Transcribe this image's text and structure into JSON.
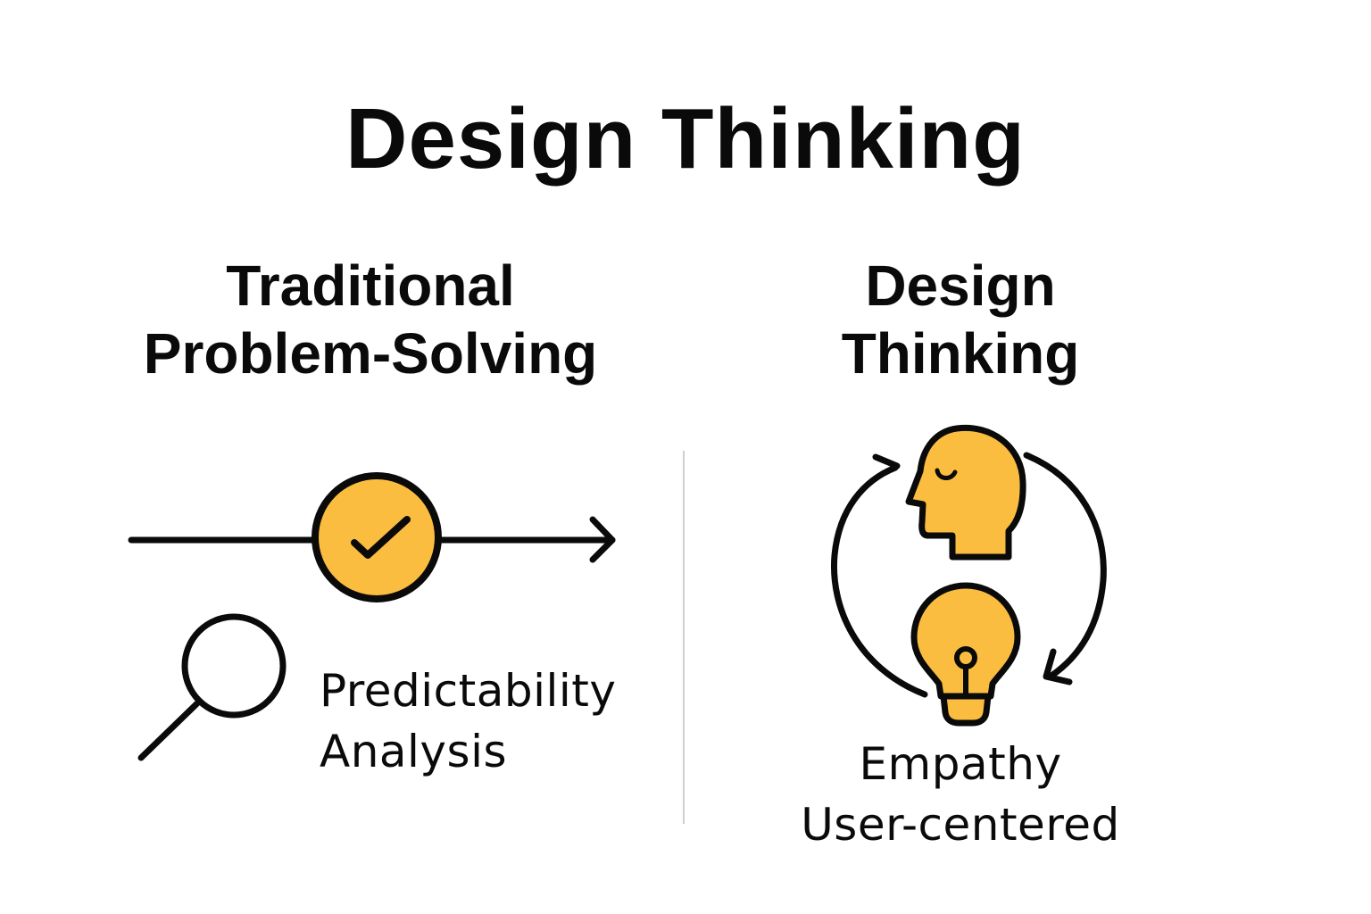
{
  "title": "Design Thinking",
  "colors": {
    "accent": "#FBBD40",
    "stroke": "#0a0a0a",
    "divider": "#cfcfcf",
    "background": "#ffffff"
  },
  "left": {
    "heading_line1": "Traditional",
    "heading_line2": "Problem-Solving",
    "icons": [
      "linear-arrow-icon",
      "checkmark-circle-icon",
      "magnifying-glass-icon"
    ],
    "labels": [
      "Predictability",
      "Analysis"
    ]
  },
  "right": {
    "heading_line1": "Design",
    "heading_line2": "Thinking",
    "icons": [
      "cycle-arrows-icon",
      "head-profile-icon",
      "lightbulb-icon"
    ],
    "labels": [
      "Empathy",
      "User-centered"
    ]
  }
}
